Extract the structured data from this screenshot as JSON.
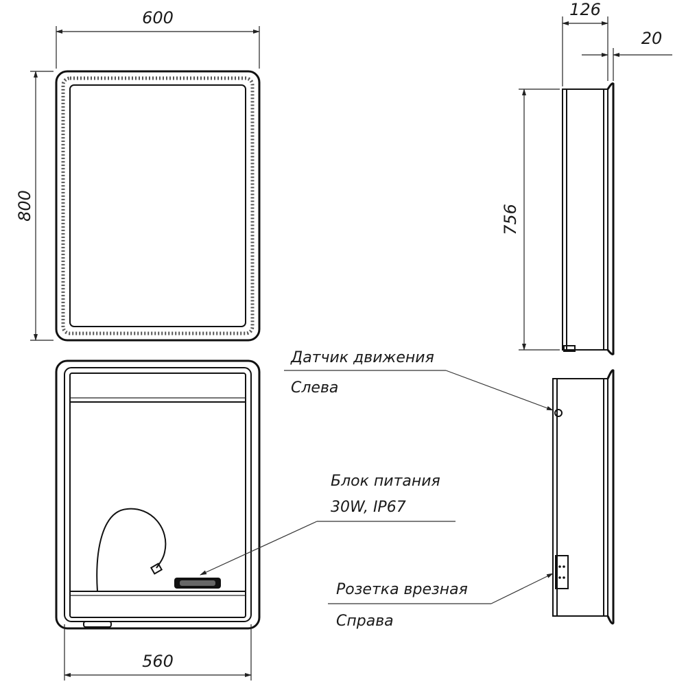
{
  "dimensions": {
    "width_front": "600",
    "height_front": "800",
    "width_inner": "560",
    "depth_total": "126",
    "door_thickness": "20",
    "height_side": "756"
  },
  "callouts": {
    "motion_sensor": {
      "title": "Датчик движения",
      "subtitle": "Слева"
    },
    "power_supply": {
      "title": "Блок питания",
      "subtitle": "30W, IP67"
    },
    "socket": {
      "title": "Розетка врезная",
      "subtitle": "Справа"
    }
  }
}
